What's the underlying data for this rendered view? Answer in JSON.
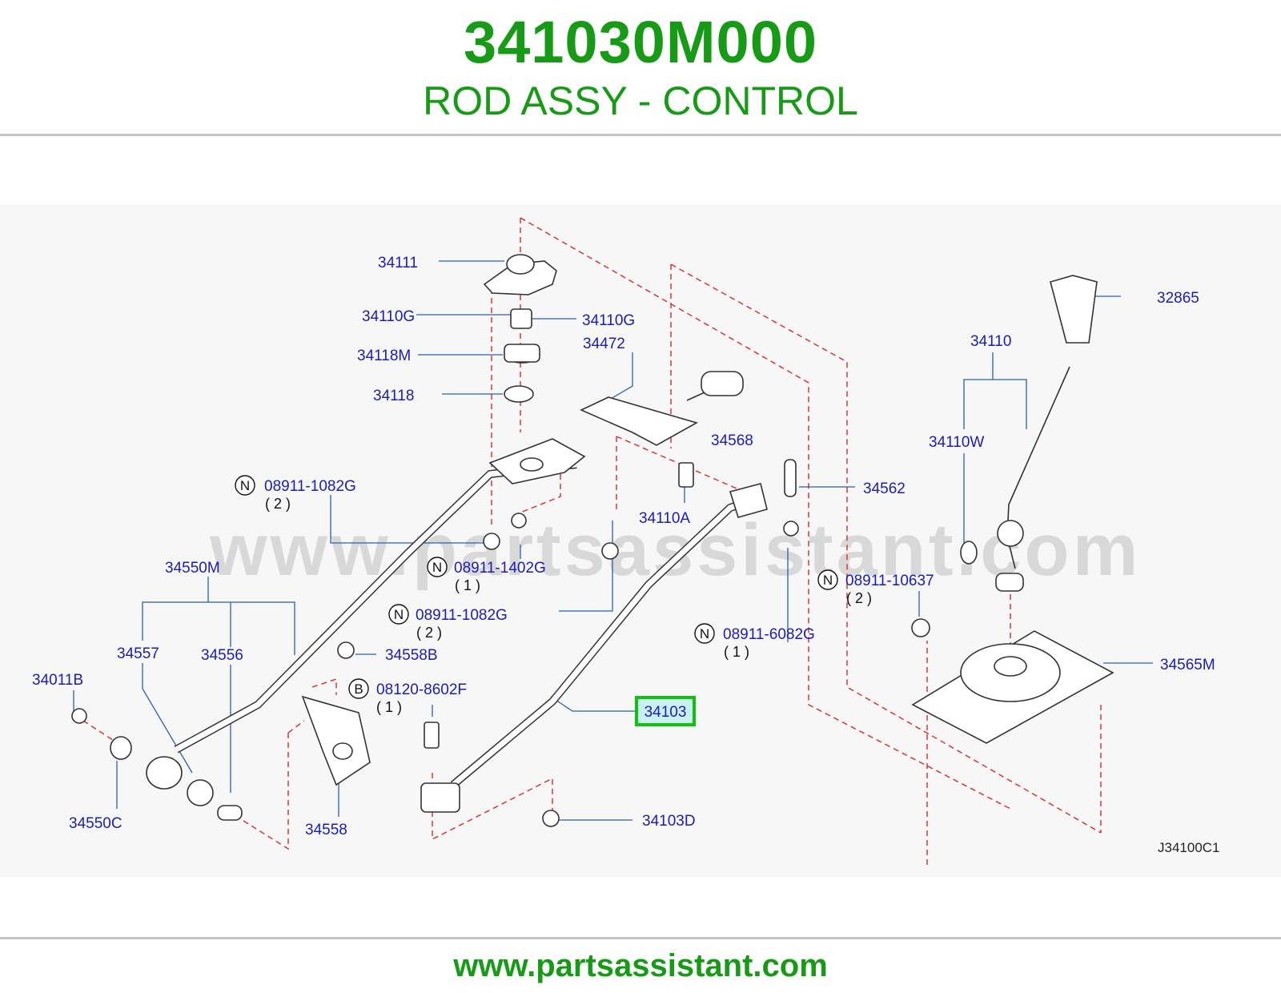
{
  "header": {
    "part_number": "341030M000",
    "part_name": "ROD ASSY - CONTROL"
  },
  "watermark": "www.partsassistant.com",
  "diagram": {
    "reference_code": "J34100C1",
    "highlighted_part": "34103",
    "labels": {
      "p34111": "34111",
      "p34110G_left": "34110G",
      "p34110G_right": "34110G",
      "p34118M": "34118M",
      "p34118": "34118",
      "p34472": "34472",
      "p34568": "34568",
      "p32865": "32865",
      "p34110": "34110",
      "p34110W": "34110W",
      "p34562": "34562",
      "p34110A": "34110A",
      "p34550M": "34550M",
      "p34557": "34557",
      "p34556": "34556",
      "p34011B": "34011B",
      "p34550C": "34550C",
      "p34558": "34558",
      "p34558B": "34558B",
      "p34103": "34103",
      "p34103D": "34103D",
      "p34565M": "34565M"
    },
    "callouts": {
      "n_0891_1082G_a": {
        "badge": "N",
        "part": "08911-1082G",
        "qty": "( 2 )"
      },
      "n_0891_1402G": {
        "badge": "N",
        "part": "08911-1402G",
        "qty": "( 1 )"
      },
      "n_0891_1082G_b": {
        "badge": "N",
        "part": "08911-1082G",
        "qty": "( 2 )"
      },
      "n_0891_10637": {
        "badge": "N",
        "part": "08911-10637",
        "qty": "( 2 )"
      },
      "n_0891_6082G": {
        "badge": "N",
        "part": "08911-6082G",
        "qty": "( 1 )"
      },
      "b_08120_8602F": {
        "badge": "B",
        "part": "08120-8602F",
        "qty": "( 1 )"
      }
    }
  },
  "colors": {
    "title_green": "#179b17",
    "label_blue": "#1c1cb4",
    "leader_blue": "#2a5fb0",
    "dash_red": "#d42a2a",
    "highlight_green": "#12c012",
    "highlight_fill": "#c8f0f0"
  },
  "footer": {
    "url": "www.partsassistant.com"
  }
}
